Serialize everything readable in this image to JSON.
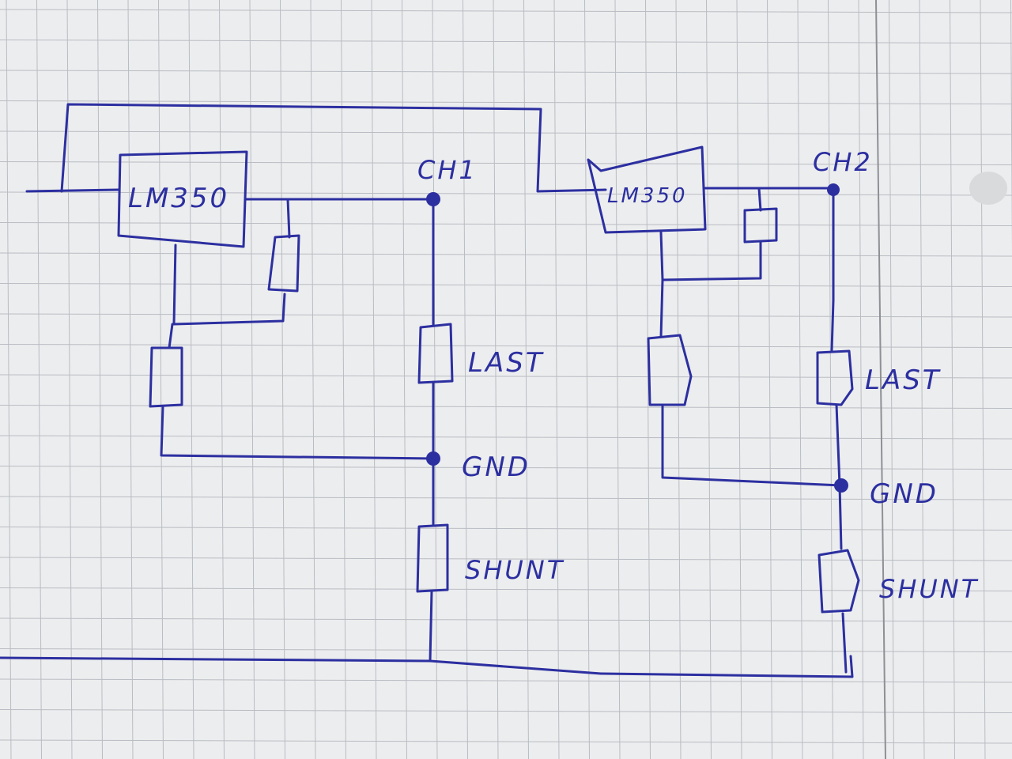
{
  "colors": {
    "paper": "#ecedee",
    "grid": "#b9bcc3",
    "margin_line": "#8f9096",
    "ink": "#2c2fa0",
    "hole": "#d9dadc"
  },
  "circuit": {
    "channel_1": {
      "name": "CH1",
      "regulator": "LM350",
      "load": "LAST",
      "ground": "GND",
      "shunt": "SHUNT"
    },
    "channel_2": {
      "name": "CH2",
      "regulator": "LM350",
      "load": "LAST",
      "ground": "GND",
      "shunt": "SHUNT"
    }
  }
}
